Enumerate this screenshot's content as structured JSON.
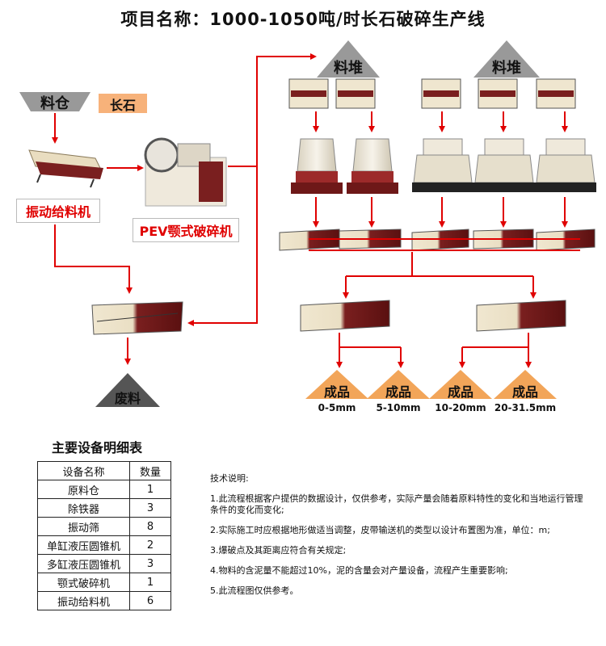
{
  "title": "项目名称：1000-1050吨/时长石破碎生产线",
  "nodes": {
    "silo": "料仓",
    "feldspar": "长石",
    "feeder": "振动给料机",
    "jaw_crusher": "PEV颚式破碎机",
    "stockpile_1": "料堆",
    "stockpile_2": "料堆",
    "waste": "废料"
  },
  "products": [
    {
      "label": "成品",
      "size": "0-5mm"
    },
    {
      "label": "成品",
      "size": "5-10mm"
    },
    {
      "label": "成品",
      "size": "10-20mm"
    },
    {
      "label": "成品",
      "size": "20-31.5mm"
    }
  ],
  "equipment_table": {
    "title": "主要设备明细表",
    "headers": [
      "设备名称",
      "数量"
    ],
    "rows": [
      [
        "原料仓",
        "1"
      ],
      [
        "除铁器",
        "3"
      ],
      [
        "振动筛",
        "8"
      ],
      [
        "单缸液压圆锥机",
        "2"
      ],
      [
        "多缸液压圆锥机",
        "3"
      ],
      [
        "颚式破碎机",
        "1"
      ],
      [
        "振动给料机",
        "6"
      ]
    ]
  },
  "notes": {
    "heading": "技术说明:",
    "items": [
      "1.此流程根据客户提供的数据设计，仅供参考，实际产量会随着原料特性的变化和当地运行管理条件的变化而变化;",
      "2.实际施工时应根据地形做适当调整，皮带输送机的类型以设计布置图为准，单位：m;",
      "3.爆破点及其距离应符合有关规定;",
      "4.物料的含泥量不能超过10%，泥的含量会对产量设备，流程产生重要影响;",
      "5.此流程图仅供参考。"
    ]
  },
  "colors": {
    "arrow": "#e00000",
    "triangle_gray": "#999999",
    "triangle_dark": "#555555",
    "product_orange": "#f2a559",
    "feldspar_box": "#f7b27a",
    "screen_red": "#7a1f1f",
    "machine_cream": "#efe6cf"
  }
}
